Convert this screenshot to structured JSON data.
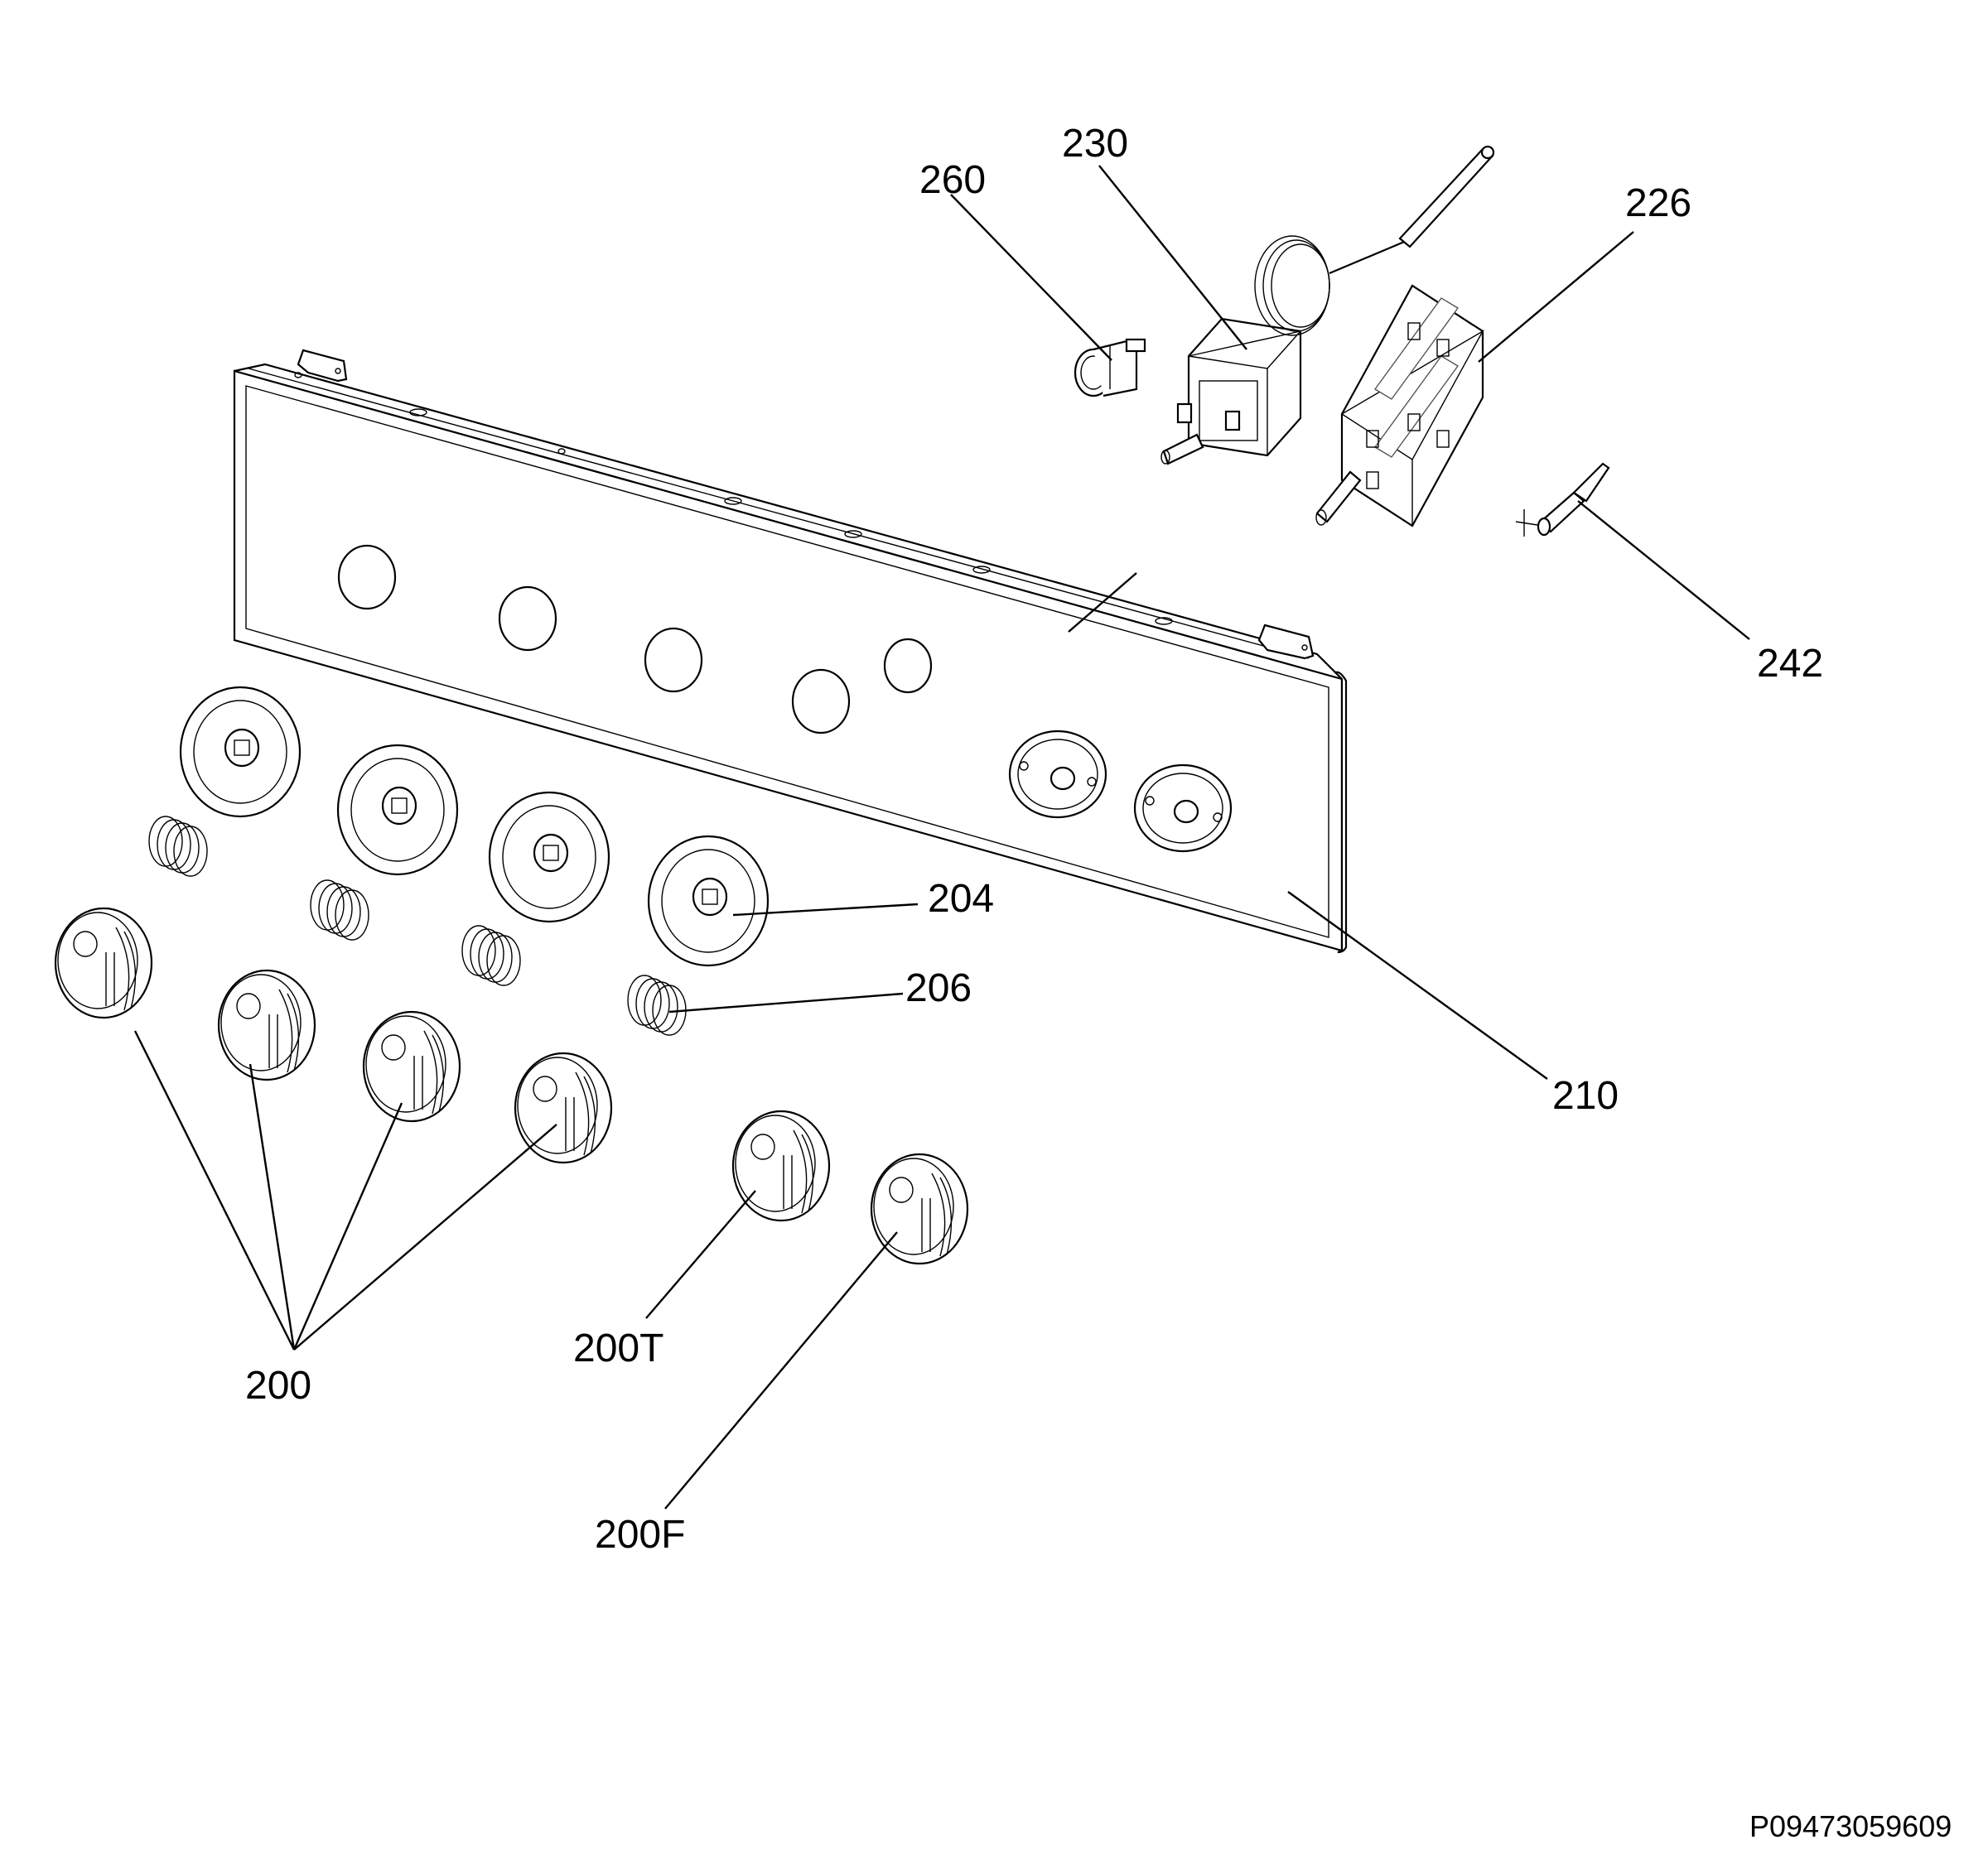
{
  "diagram": {
    "callouts": {
      "c260": "260",
      "c230": "230",
      "c226": "226",
      "c242": "242",
      "c204": "204",
      "c206": "206",
      "c210": "210",
      "c200": "200",
      "c200T": "200T",
      "c200F": "200F"
    },
    "document_id": "P09473059609",
    "line_color": "#000000",
    "background": "#ffffff"
  }
}
